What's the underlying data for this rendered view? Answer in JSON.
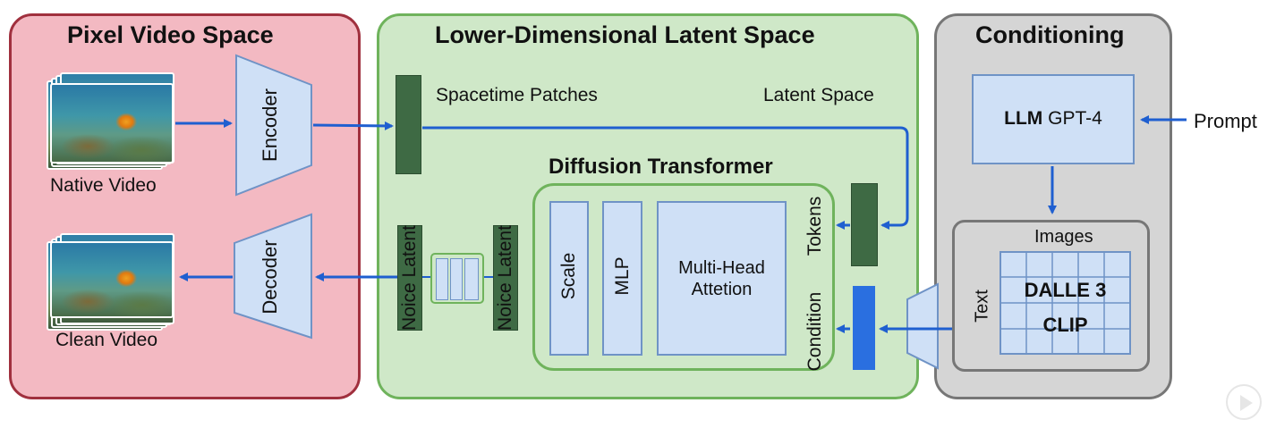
{
  "panels": {
    "pixel": {
      "title": "Pixel Video Space",
      "native_video_label": "Native Video",
      "clean_video_label": "Clean Video",
      "encoder_label": "Encoder",
      "decoder_label": "Decoder"
    },
    "latent": {
      "title": "Lower-Dimensional Latent Space",
      "spacetime_label": "Spacetime Patches",
      "latent_space_label": "Latent Space",
      "dit_title": "Diffusion Transformer",
      "noise_latent_left": "Noice Latent",
      "noise_latent_right": "Noice Latent",
      "scale_label": "Scale",
      "mlp_label": "MLP",
      "mha_label": "Multi-Head\nAttetion",
      "tokens_label": "Tokens",
      "condition_label": "Condition"
    },
    "conditioning": {
      "title": "Conditioning",
      "llm_bold": "LLM",
      "llm_model": "GPT-4",
      "prompt_label": "Prompt",
      "images_label": "Images",
      "text_label": "Text",
      "grid_text_1": "DALLE 3",
      "grid_text_2": "CLIP"
    }
  },
  "colors": {
    "pixel_bg": "#f3b9c2",
    "pixel_border": "#a0303e",
    "latent_bg": "#cfe8c8",
    "latent_border": "#6fb35c",
    "cond_bg": "#d5d5d5",
    "cond_border": "#777777",
    "arrow": "#1f5fd0",
    "box_fill": "#cfe0f6",
    "box_border": "#6f93c6",
    "token_dark": "#3e6a44",
    "condition_blue": "#2a6fe0"
  },
  "icons": [
    "video-frames-icon",
    "play-icon"
  ]
}
